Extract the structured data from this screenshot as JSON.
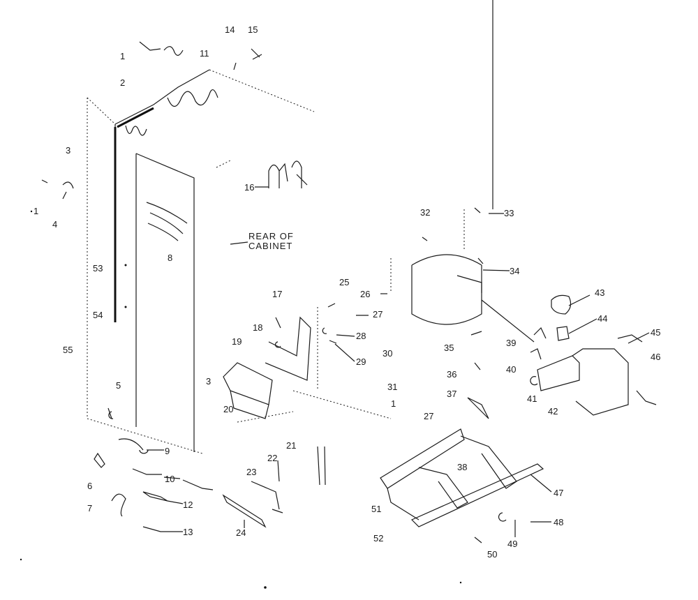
{
  "diagram": {
    "note": "REAR OF CABINET",
    "callouts": [
      "1",
      "2",
      "3",
      "4",
      "5",
      "6",
      "7",
      "8",
      "9",
      "10",
      "11",
      "12",
      "13",
      "14",
      "15",
      "16",
      "17",
      "18",
      "19",
      "20",
      "21",
      "22",
      "23",
      "24",
      "25",
      "26",
      "27",
      "28",
      "29",
      "30",
      "31",
      "32",
      "33",
      "34",
      "35",
      "36",
      "37",
      "38",
      "39",
      "40",
      "41",
      "42",
      "43",
      "44",
      "45",
      "46",
      "47",
      "48",
      "49",
      "50",
      "51",
      "52",
      "53",
      "54",
      "55"
    ],
    "callout_27_second": "27",
    "callout_1_second": "1",
    "callout_3_second": "3",
    "callout_1_third": "1"
  }
}
